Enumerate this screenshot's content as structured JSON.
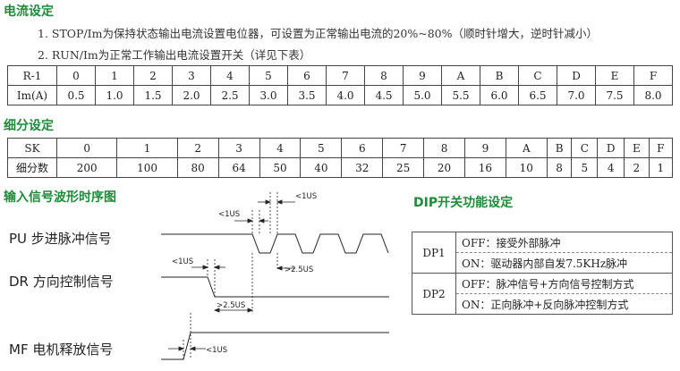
{
  "current": {
    "title": "电流设定",
    "notes": [
      "1. STOP/Im为保持状态输出电流设置电位器，可设置为正常输出电流的20%~80%（顺时针增大，逆时针减小）",
      "2. RUN/Im为正常工作输出电流设置开关（详见下表）"
    ],
    "row_header_1": "R-1",
    "row_header_2": "Im(A)",
    "keys": [
      "0",
      "1",
      "2",
      "3",
      "4",
      "5",
      "6",
      "7",
      "8",
      "9",
      "A",
      "B",
      "C",
      "D",
      "E",
      "F"
    ],
    "values": [
      "0.5",
      "1.0",
      "1.5",
      "2.0",
      "2.5",
      "3.0",
      "3.5",
      "4.0",
      "4.5",
      "5.0",
      "5.5",
      "6.0",
      "6.5",
      "7.0",
      "7.5",
      "8.0"
    ]
  },
  "subdiv": {
    "title": "细分设定",
    "row_header_1": "SK",
    "row_header_2": "细分数",
    "keys": [
      "0",
      "1",
      "2",
      "3",
      "4",
      "5",
      "6",
      "7",
      "8",
      "9",
      "A",
      "B",
      "C",
      "D",
      "E",
      "F"
    ],
    "values": [
      "200",
      "100",
      "80",
      "64",
      "50",
      "40",
      "32",
      "25",
      "20",
      "16",
      "10",
      "8",
      "5",
      "4",
      "2",
      "1"
    ]
  },
  "timing": {
    "title": "输入信号波形时序图",
    "pu_label": "PU  步进脉冲信号",
    "dr_label": "DR  方向控制信号",
    "mf_label": "MF  电机释放信号",
    "t_1us_a": "<1US",
    "t_1us_b": "<1US",
    "t_1us_c": "<1US",
    "t_1us_d": "<1US",
    "t_25us_a": ">2.5US",
    "t_25us_b": ">2.5US"
  },
  "dip": {
    "title": "DIP开关功能设定",
    "dp1": "DP1",
    "dp1_off": "OFF：接受外部脉冲",
    "dp1_on": "ON：驱动器内部自发7.5KHz脉冲",
    "dp2": "DP2",
    "dp2_off": "OFF：脉冲信号+方向信号控制方式",
    "dp2_on": "ON：正向脉冲+反向脉冲控制方式"
  }
}
